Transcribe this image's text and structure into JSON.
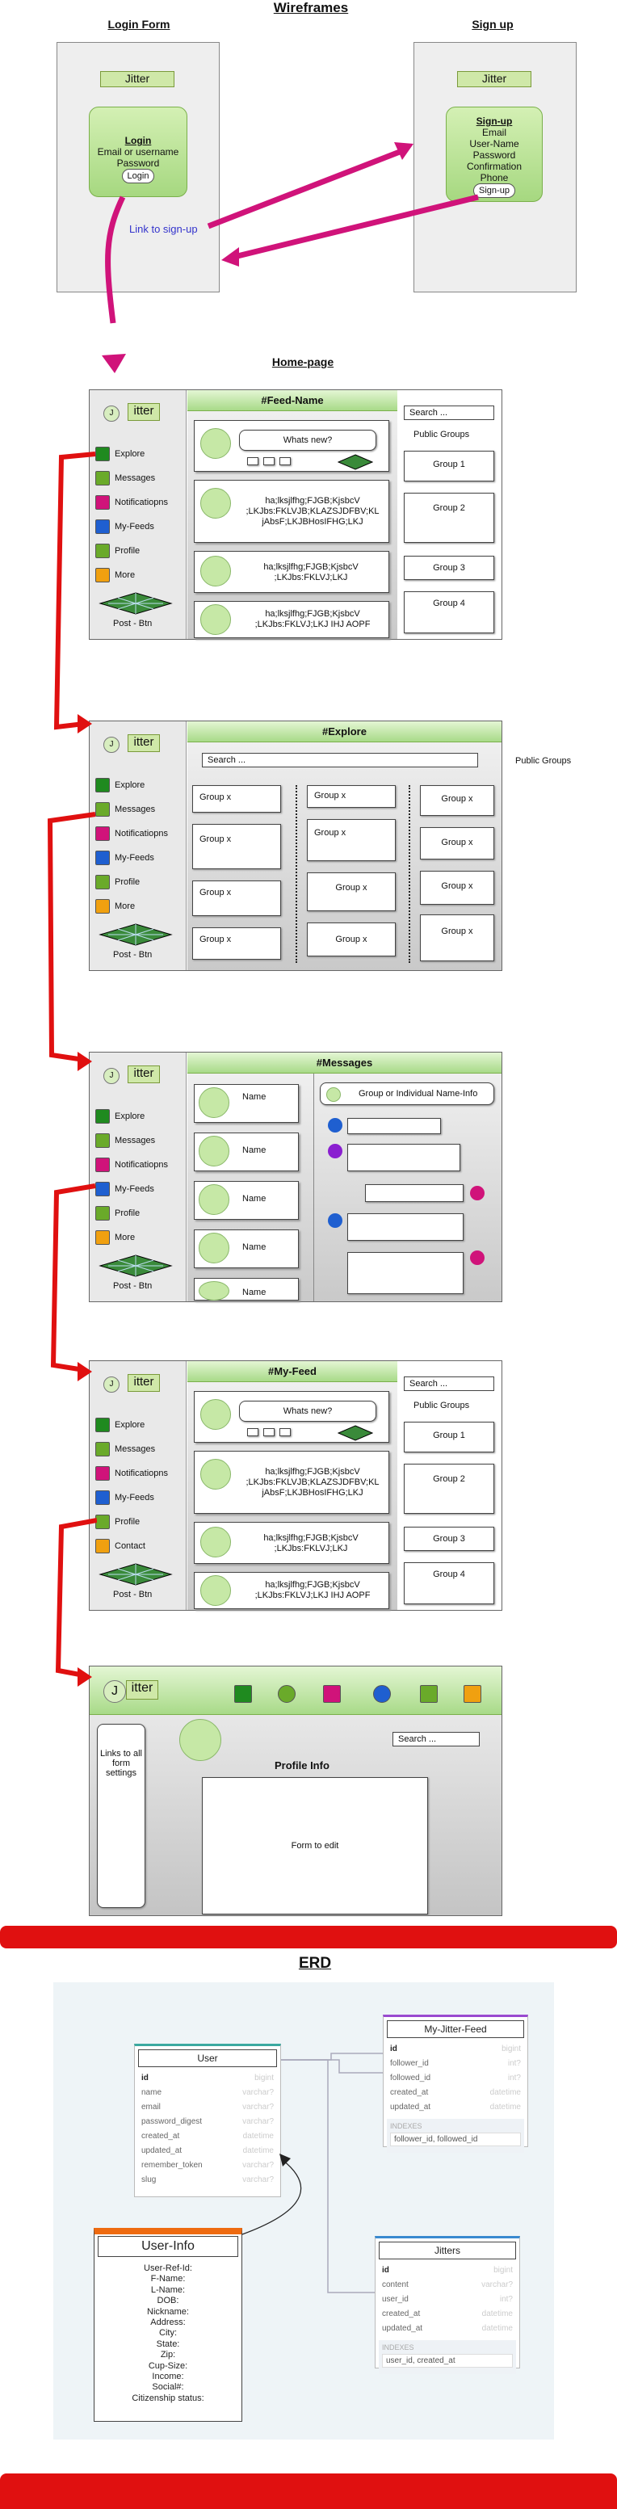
{
  "titles": {
    "wireframes": "Wireframes",
    "login_form": "Login Form",
    "signup": "Sign up",
    "homepage": "Home-page",
    "erd": "ERD"
  },
  "login": {
    "badge": "Jitter",
    "heading": "Login",
    "line1": "Email or username",
    "line2": "Password",
    "button": "Login",
    "link": "Link to sign-up"
  },
  "signup": {
    "badge": "Jitter",
    "heading": "Sign-up",
    "fields": [
      "Email",
      "User-Name",
      "Password",
      "Confirmation",
      "Phone"
    ],
    "button": "Sign-up"
  },
  "nav": {
    "explore": "Explore",
    "messages": "Messages",
    "notifications": "Notificatiopns",
    "myfeeds": "My-Feeds",
    "profile": "Profile",
    "more": "More",
    "contact": "Contact",
    "post": "Post - Btn"
  },
  "colors": {
    "explore": "#1f8a1f",
    "messages": "#6aaa2a",
    "notifications": "#d0137a",
    "myfeeds": "#1f5fd0",
    "profile": "#6aaa2a",
    "more": "#f0a010",
    "red": "#e01010",
    "magenta": "#d0137a"
  },
  "logo": {
    "j": "J",
    "itter": "itter"
  },
  "feed": {
    "header": "#Feed-Name",
    "whats_new": "Whats new?",
    "post1": "ha;lksjlfhg;FJGB;KjsbcV ;LKJbs:FKLVJB;KLAZSJDFBV;KL jAbsF;LKJBHosIFHG;LKJ",
    "post2": "ha;lksjlfhg;FJGB;KjsbcV ;LKJbs:FKLVJ;LKJ",
    "post3": "ha;lksjlfhg;FJGB;KjsbcV ;LKJbs:FKLVJ;LKJ IHJ AOPF",
    "search": "Search ...",
    "public_groups": "Public Groups",
    "groups": [
      "Group 1",
      "Group 2",
      "Group 3",
      "Group 4"
    ]
  },
  "explore": {
    "header": "#Explore",
    "search": "Search ...",
    "public_groups": "Public Groups",
    "groupx": "Group x"
  },
  "messages": {
    "header": "#Messages",
    "name": "Name",
    "chat_header": "Group or Individual Name-Info"
  },
  "myfeed": {
    "header": "#My-Feed"
  },
  "profile": {
    "j": "J",
    "itter": "itter",
    "links": "Links to all form settings",
    "search": "Search ...",
    "info": "Profile Info",
    "form": "Form to edit"
  },
  "erd": {
    "user": {
      "title": "User",
      "rows": [
        [
          "id",
          "bigint"
        ],
        [
          "name",
          "varchar?"
        ],
        [
          "email",
          "varchar?"
        ],
        [
          "password_digest",
          "varchar?"
        ],
        [
          "created_at",
          "datetime"
        ],
        [
          "updated_at",
          "datetime"
        ],
        [
          "remember_token",
          "varchar?"
        ],
        [
          "slug",
          "varchar?"
        ]
      ]
    },
    "feed": {
      "title": "My-Jitter-Feed",
      "rows": [
        [
          "id",
          "bigint"
        ],
        [
          "follower_id",
          "int?"
        ],
        [
          "followed_id",
          "int?"
        ],
        [
          "created_at",
          "datetime"
        ],
        [
          "updated_at",
          "datetime"
        ]
      ],
      "indexes": "INDEXES",
      "index1": "follower_id, followed_id"
    },
    "jitters": {
      "title": "Jitters",
      "rows": [
        [
          "id",
          "bigint"
        ],
        [
          "content",
          "varchar?"
        ],
        [
          "user_id",
          "int?"
        ],
        [
          "created_at",
          "datetime"
        ],
        [
          "updated_at",
          "datetime"
        ]
      ],
      "indexes": "INDEXES",
      "index1": "user_id, created_at"
    },
    "userinfo": {
      "title": "User-Info",
      "fields": [
        "User-Ref-Id:",
        "F-Name:",
        "L-Name:",
        "DOB:",
        "Nickname:",
        "Address:",
        "City:",
        "State:",
        "Zip:",
        "Cup-Size:",
        "Income:",
        "Social#:",
        "Citizenship status:"
      ]
    }
  }
}
